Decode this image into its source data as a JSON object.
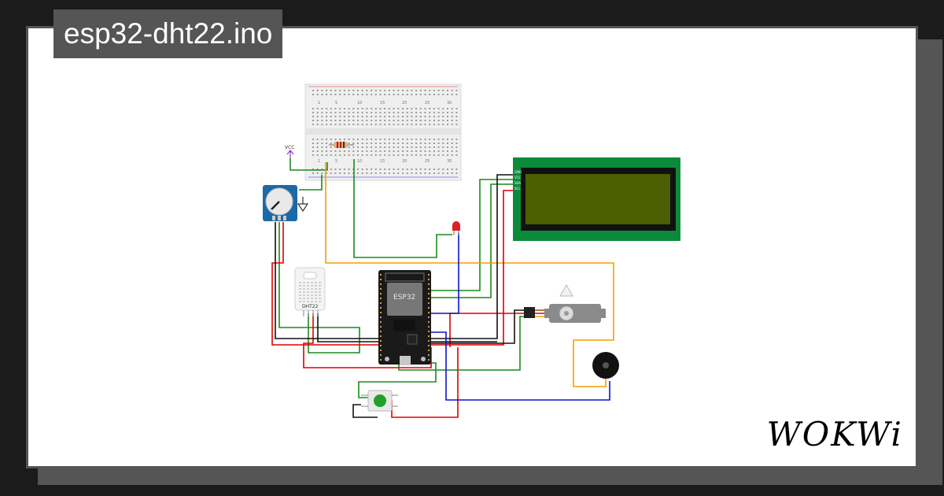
{
  "project": {
    "filename": "esp32-dht22.ino"
  },
  "brand": {
    "name": "WOKWi"
  },
  "components": {
    "breadboard": {
      "column_labels": [
        "1",
        "5",
        "10",
        "15",
        "20",
        "25",
        "30"
      ]
    },
    "vcc": {
      "label": "VCC"
    },
    "esp32": {
      "label": "ESP32"
    },
    "dht22": {
      "label": "DHT22"
    },
    "lcd": {
      "pin_labels": [
        "GND",
        "VCC",
        "SDA",
        "SCL"
      ]
    }
  },
  "colors": {
    "wire_green": "#1a8a1a",
    "wire_orange": "#f0a000",
    "wire_red": "#e00000",
    "wire_black": "#111111",
    "wire_blue": "#1010cc",
    "wire_purple": "#9b30c8",
    "lcd_board": "#0b8a3a",
    "lcd_screen": "#4d5e00",
    "pot_board": "#1b6aa8",
    "esp_board": "#1a1a1a",
    "led_red": "#e02020"
  }
}
